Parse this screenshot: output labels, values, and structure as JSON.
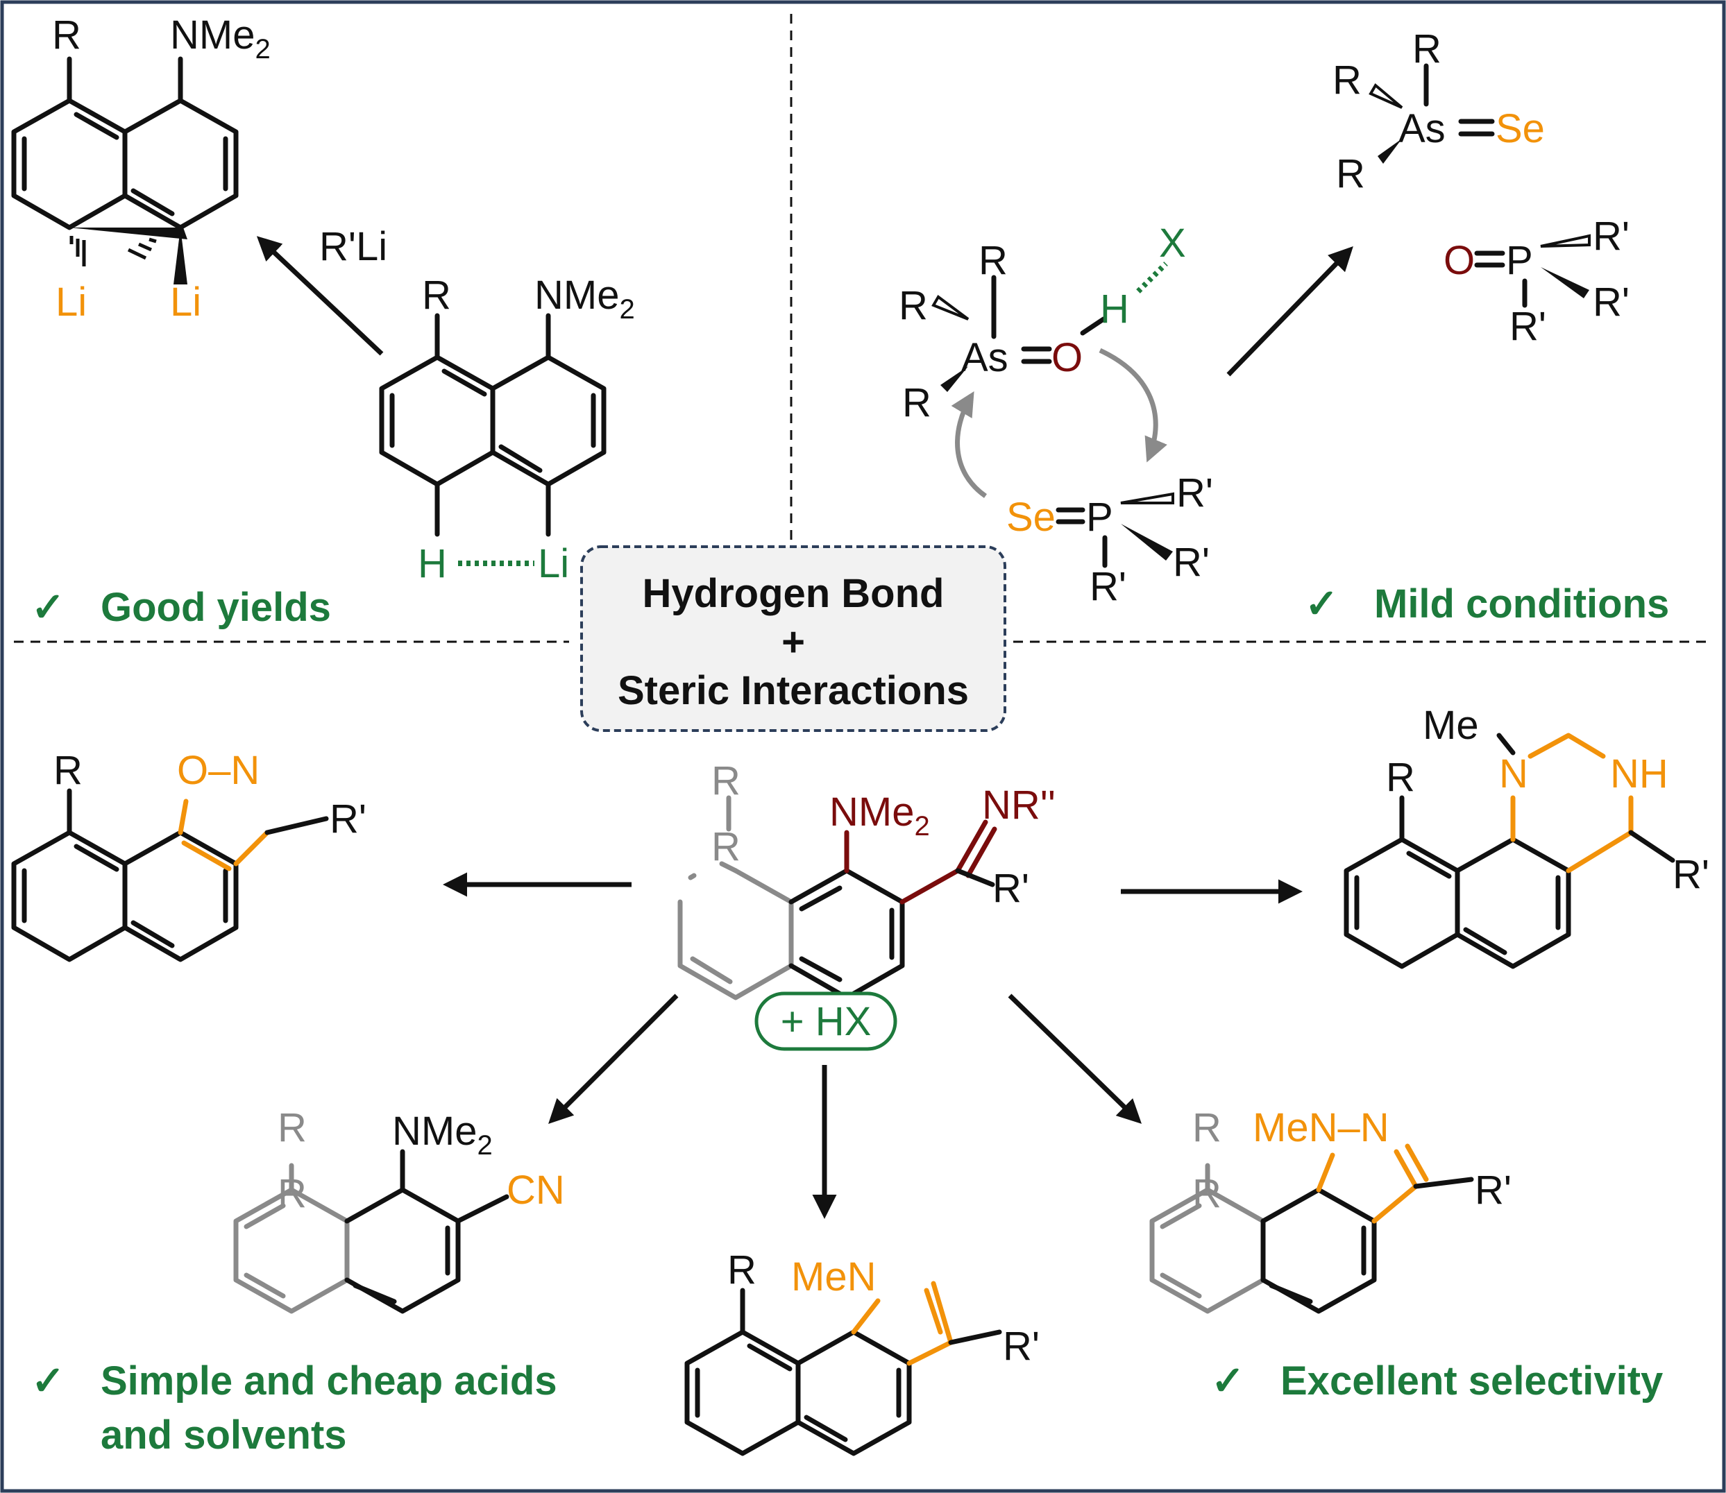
{
  "center_box": {
    "line1": "Hydrogen Bond",
    "line2": "+",
    "line3": "Steric Interactions"
  },
  "features": {
    "top_left": "Good yields",
    "top_right": "Mild conditions",
    "bottom_left_1": "Simple and cheap acids",
    "bottom_left_2": "and solvents",
    "bottom_right": "Excellent selectivity",
    "check": "✓"
  },
  "reagents": {
    "rli": "R'Li",
    "hx": "+ HX"
  },
  "labels": {
    "R": "R",
    "Rp": "R'",
    "Rpp": "NR''",
    "NMe": "NMe",
    "two": "2",
    "Li": "Li",
    "H": "H",
    "X": "X",
    "As": "As",
    "O": "O",
    "Se": "Se",
    "P": "P",
    "N": "N",
    "NH": "NH",
    "Me": "Me",
    "MeN": "MeN",
    "CN": "CN",
    "ON": "O–N"
  },
  "colors": {
    "green": "#1d7a3c",
    "orange": "#f2920a",
    "darkred": "#7a0c0c",
    "gray": "#8a8a8a",
    "border": "#2c3e5a"
  }
}
